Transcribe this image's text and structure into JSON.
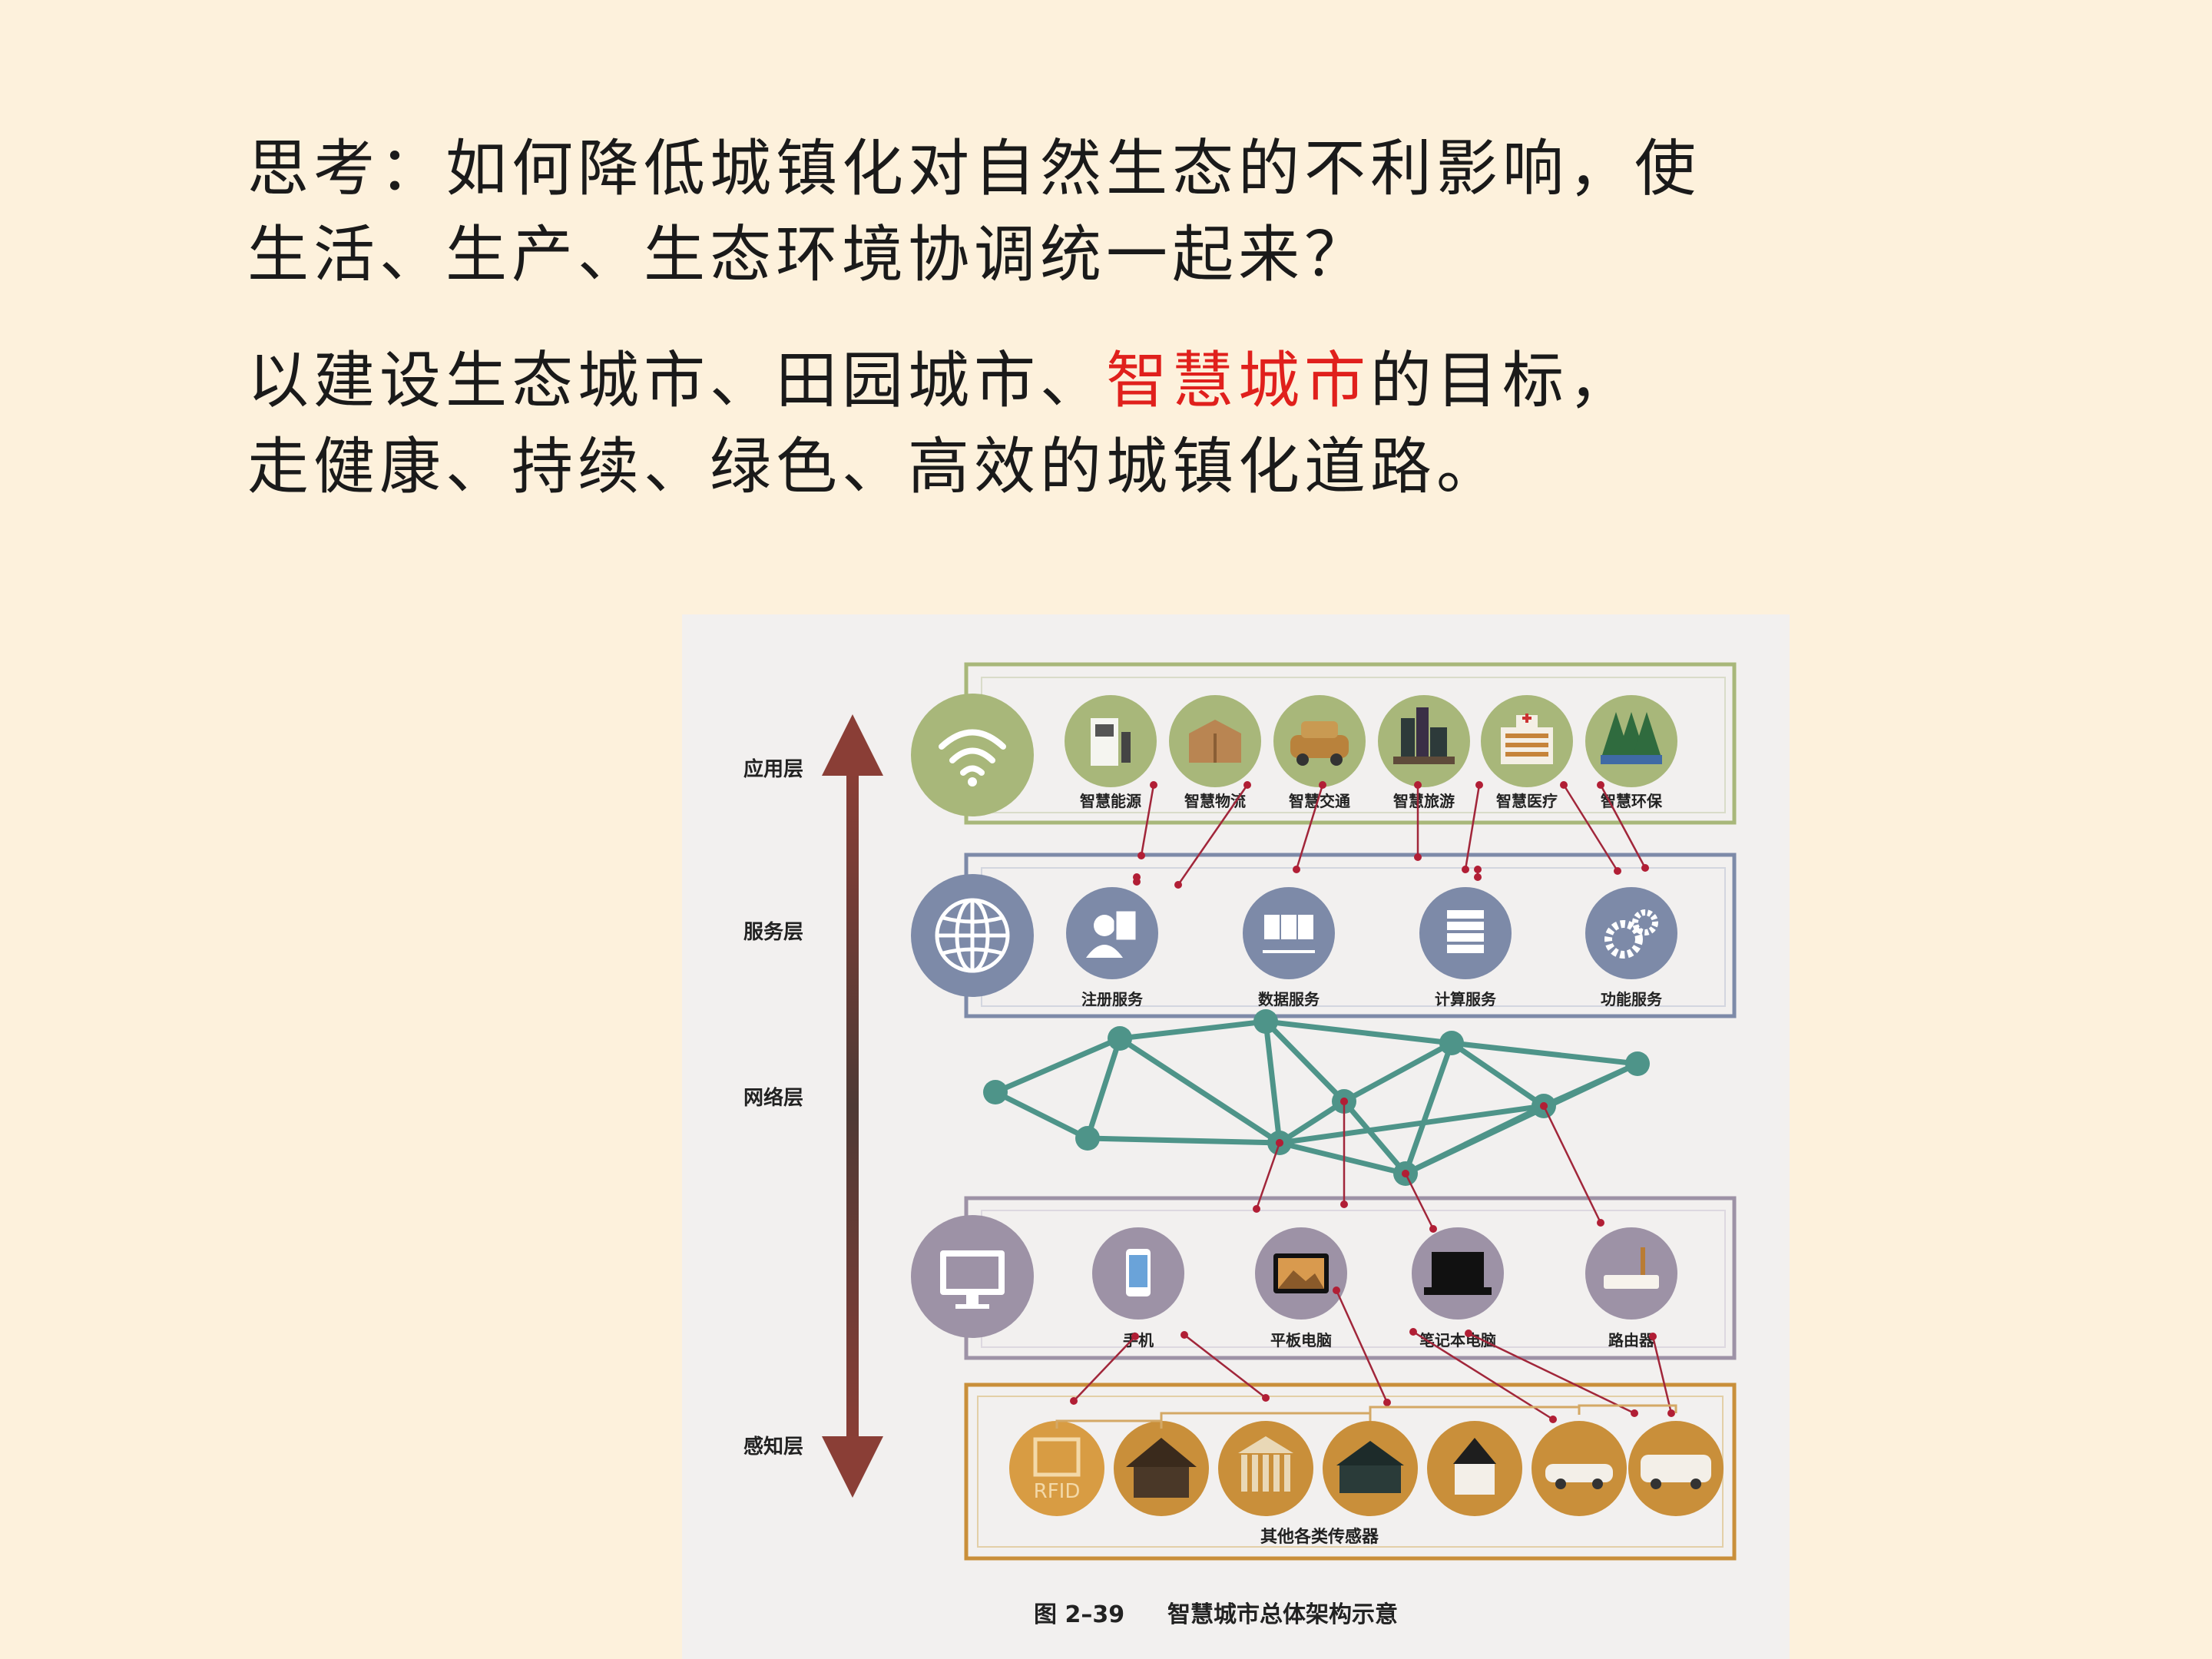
{
  "question": {
    "line1": "思考：如何降低城镇化对自然生态的不利影响，使",
    "line2": "生活、生产、生态环境协调统一起来？"
  },
  "answer": {
    "line1_a": "以建设生态城市、田园城市、",
    "line1_highlight": "智慧城市",
    "line1_b": "的目标，",
    "line2": "走健康、持续、绿色、高效的城镇化道路。"
  },
  "colors": {
    "highlight": "#e0201c",
    "app": "#a8b77a",
    "service": "#7d8aa8",
    "network": "#4e9489",
    "terminal": "#9d92a6",
    "sense": "#c98f3a",
    "arrow": "#7a3732"
  },
  "figure": {
    "layers": [
      "应用层",
      "服务层",
      "网络层",
      "感知层"
    ],
    "app_items": [
      {
        "label": "智慧能源",
        "icon": "fuel-pump-icon"
      },
      {
        "label": "智慧物流",
        "icon": "package-icon"
      },
      {
        "label": "智慧交通",
        "icon": "taxi-icon"
      },
      {
        "label": "智慧旅游",
        "icon": "city-icon"
      },
      {
        "label": "智慧医疗",
        "icon": "hospital-icon"
      },
      {
        "label": "智慧环保",
        "icon": "trees-icon"
      }
    ],
    "service_items": [
      {
        "label": "注册服务",
        "icon": "user-card-icon"
      },
      {
        "label": "数据服务",
        "icon": "data-people-icon"
      },
      {
        "label": "计算服务",
        "icon": "server-icon"
      },
      {
        "label": "功能服务",
        "icon": "gears-icon"
      }
    ],
    "terminal_items": [
      {
        "label": "手机",
        "icon": "phone-icon"
      },
      {
        "label": "平板电脑",
        "icon": "tablet-icon"
      },
      {
        "label": "笔记本电脑",
        "icon": "laptop-icon"
      },
      {
        "label": "路由器",
        "icon": "router-icon"
      }
    ],
    "sensor_caption": "其他各类传感器",
    "rfid_text": "RFID",
    "caption_no": "图 2–39",
    "caption_title": "智慧城市总体架构示意"
  }
}
